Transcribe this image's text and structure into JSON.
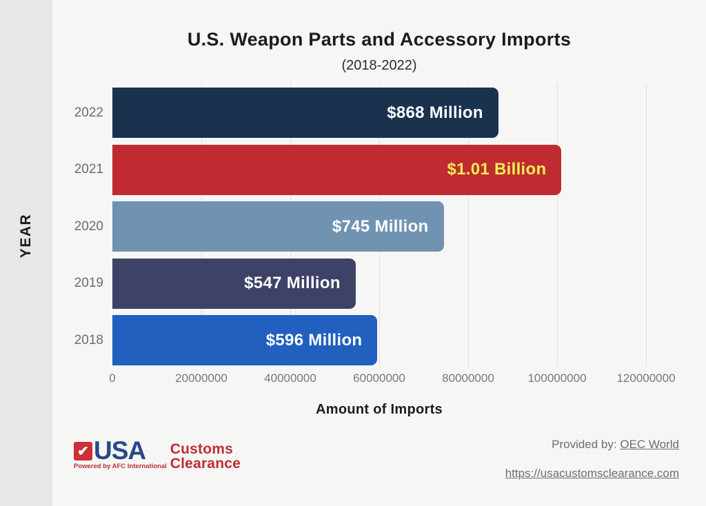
{
  "page": {
    "background": "#f6f6f4",
    "sidebar_bg": "#e7e7e6"
  },
  "header": {
    "title": "U.S. Weapon Parts and Accessory Imports",
    "subtitle": "(2018-2022)"
  },
  "chart_data": {
    "type": "bar",
    "orientation": "horizontal",
    "title": "U.S. Weapon Parts and Accessory Imports",
    "subtitle": "(2018-2022)",
    "xlabel": "Amount of Imports",
    "ylabel": "YEAR",
    "categories": [
      "2022",
      "2021",
      "2020",
      "2019",
      "2018"
    ],
    "values": [
      86800000,
      101000000,
      74500000,
      54700000,
      59600000
    ],
    "bar_labels": [
      "$868 Million",
      "$1.01 Billion",
      "$745 Million",
      "$547 Million",
      "$596 Million"
    ],
    "bar_colors": [
      "#19334f",
      "#bf2b30",
      "#7093b1",
      "#3e4266",
      "#2160bf"
    ],
    "bar_label_colors": [
      "#ffffff",
      "#f1ee55",
      "#ffffff",
      "#ffffff",
      "#ffffff"
    ],
    "xlim": [
      0,
      120000000
    ],
    "x_ticks": [
      0,
      20000000,
      40000000,
      60000000,
      80000000,
      100000000,
      120000000
    ],
    "x_tick_labels": [
      "0",
      "20000000",
      "40000000",
      "60000000",
      "80000000",
      "100000000",
      "120000000"
    ],
    "gridline_ticks": [
      20000000,
      40000000,
      60000000,
      80000000,
      100000000,
      120000000
    ],
    "grid": "vertical",
    "gridline_color": "#e0e0df",
    "legend": "none"
  },
  "footer": {
    "logo": {
      "checkmark": "✔",
      "check_bg": "#cc2f36",
      "usa": "USA",
      "usa_color": "#27498b",
      "customs": "Customs",
      "clearance": "Clearance",
      "customs_color": "#bf2d33",
      "powered_by": "Powered by AFC International",
      "powered_by_color": "#bf2d33"
    },
    "provided_by_prefix": "Provided by: ",
    "provided_by_link": "OEC World",
    "website": "https://usacustomsclearance.com"
  }
}
